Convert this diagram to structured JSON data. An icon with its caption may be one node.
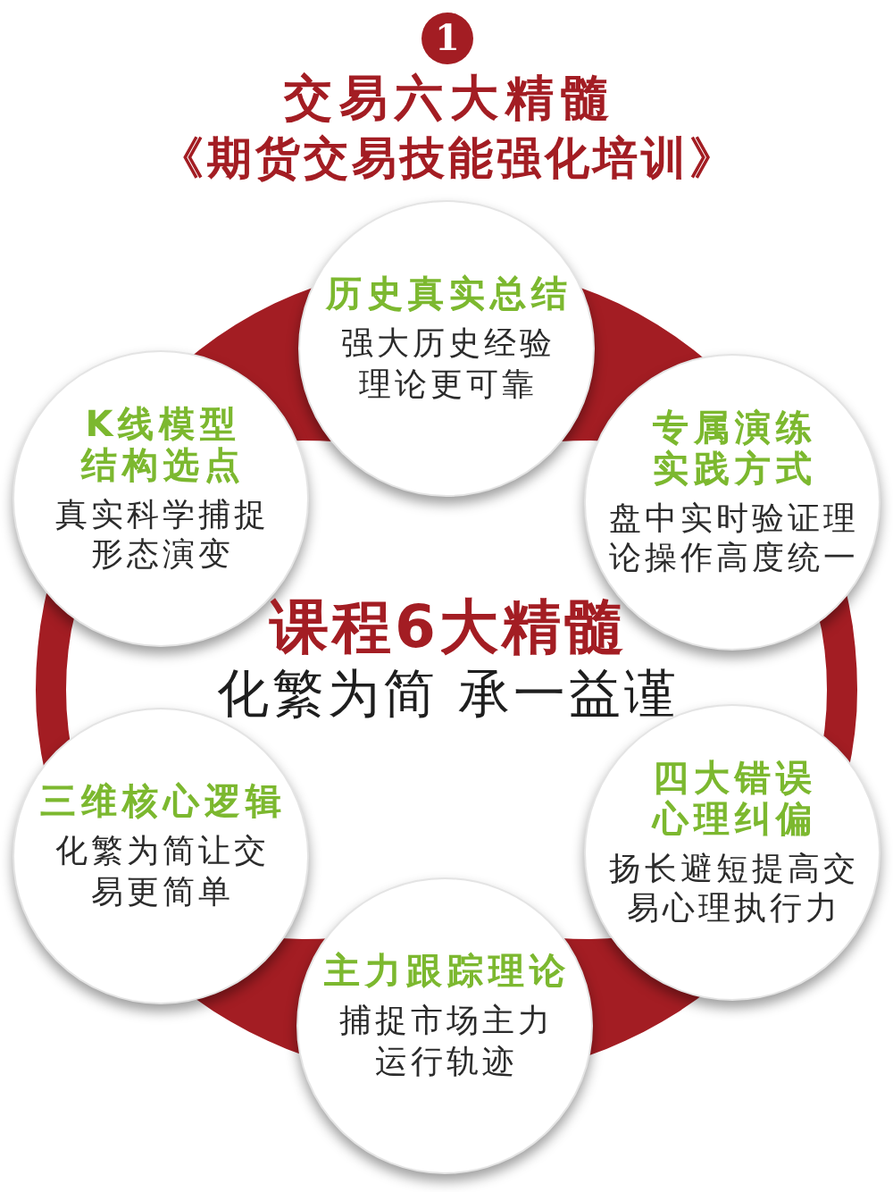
{
  "diagram": {
    "title": "交易六大精髓",
    "nodes": [
      {
        "text": [
          "历史真实总结",
          "强大历史经验理论更可靠"
        ]
      },
      {
        "text": [
          "K线模型结构选点",
          "真实科学捕捉形态演变"
        ]
      },
      {
        "text": [
          "专属演练实践方式",
          "盘中实时验证理论操作高度统一"
        ]
      },
      {
        "text": [
          "三维核心逻辑",
          "化繁为简让交易更简单"
        ]
      },
      {
        "text": [
          "四大错误心理纠偏",
          "扬长避短提高交易心理执行力"
        ]
      },
      {
        "text": [
          "主力跟踪理论",
          "捕捉市场主力运行轨迹"
        ]
      }
    ],
    "labels": [
      "1",
      "《期货交易技能强化培训》",
      "课程6大精髓",
      "化繁为简 承一益谨"
    ]
  }
}
